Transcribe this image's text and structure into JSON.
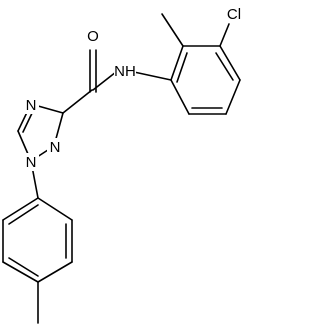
{
  "molecule": {
    "atoms": {
      "oxygen": "O",
      "amide_nh": "NH",
      "chlorine": "Cl",
      "triazole_n4": "N",
      "triazole_n2": "N",
      "triazole_n1": "N"
    }
  }
}
